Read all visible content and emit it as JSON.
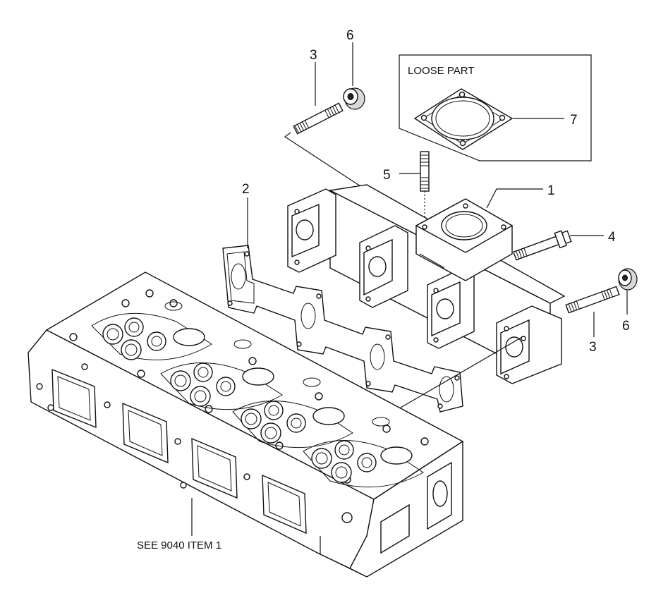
{
  "callouts": {
    "item_1": "1",
    "item_2": "2",
    "item_3_upper": "3",
    "item_3_lower": "3",
    "item_4": "4",
    "item_5": "5",
    "item_6_upper": "6",
    "item_6_lower": "6",
    "item_7": "7"
  },
  "loose_part_box": {
    "title": "LOOSE PART"
  },
  "reference_note": "SEE 9040 ITEM 1"
}
